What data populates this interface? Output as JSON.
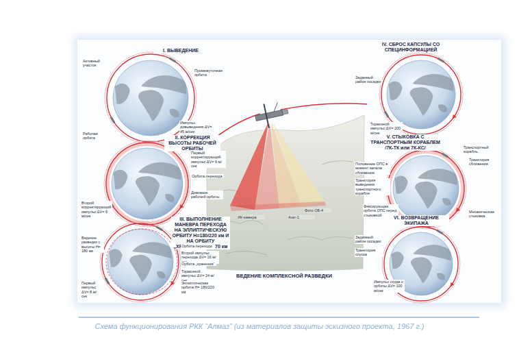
{
  "diagram": {
    "caption": "Схема функционирования РКК “Алмаз” (из материалов защиты эскизного проекта, 1967 г.)",
    "labels": [
      "I. ВЫВЕДЕНИЕ",
      "Активный участок",
      "Промежуточная орбита",
      "Импульс довыведения ΔV= 45 м/сек",
      "Рабочая орбита",
      "II. КОРРЕКЦИЯ ВЫСОТЫ РАБОЧЕЙ ОРБИТЫ",
      "Первый корректирующий импульс ΔV= 6 м/сек",
      "Орбита перехода",
      "Диапазон рабочей орбиты",
      "Второй корректирующий импульс ΔV= 6 м/сек",
      "III. ВЫПОЛНЕНИЕ МАНЕВРА ПЕРЕХОДА НА ЭЛЛИПТИЧЕСКУЮ ОРБИТУ Н=180/220 км И НА ОРБИТУ „ХРАНЕНИЯ“ Н=270 км",
      "Ведение разведки с высоты Н= 180 км",
      "Орбита перехода",
      "Второй импульс перехода ΔV= 16 м/сек",
      "Орбита „хранения“",
      "Тормозной импульс ΔV= 24 м/сек",
      "Эллиптическая орбита Н= 180/220 км",
      "Первый импульс ΔV= 8 м/сек",
      "ВЕДЕНИЕ КОМПЛЕКСНОЙ РАЗВЕДКИ",
      "Фото ОБ-4",
      "Агат-1",
      "ИК-камера",
      "IV. СБРОС КАПСУЛЫ СО СПЕЦИНФОРМАЦИЕЙ",
      "Заданный район посадки",
      "Тормозной импульс ΔV= 200 м/сек",
      "V. СТЫКОВКА С ТРАНСПОРТНЫМ КОРАБЛЕМ /7К-ТК или 7К-КС/",
      "Транспортный корабль",
      "Траектория сближения",
      "Положение ОПС в момент начала сближения",
      "Траектория выведения транспортного корабля",
      "Фиксирующая орбита ОПС перед стыковкой",
      "Механическая стыковка",
      "VI. ВОЗВРАЩЕНИЕ ЭКИПАЖА",
      "Заданный район посадки",
      "Траектория спуска",
      "Импульс схода с орбиты ΔV= 100 м/сек"
    ]
  }
}
